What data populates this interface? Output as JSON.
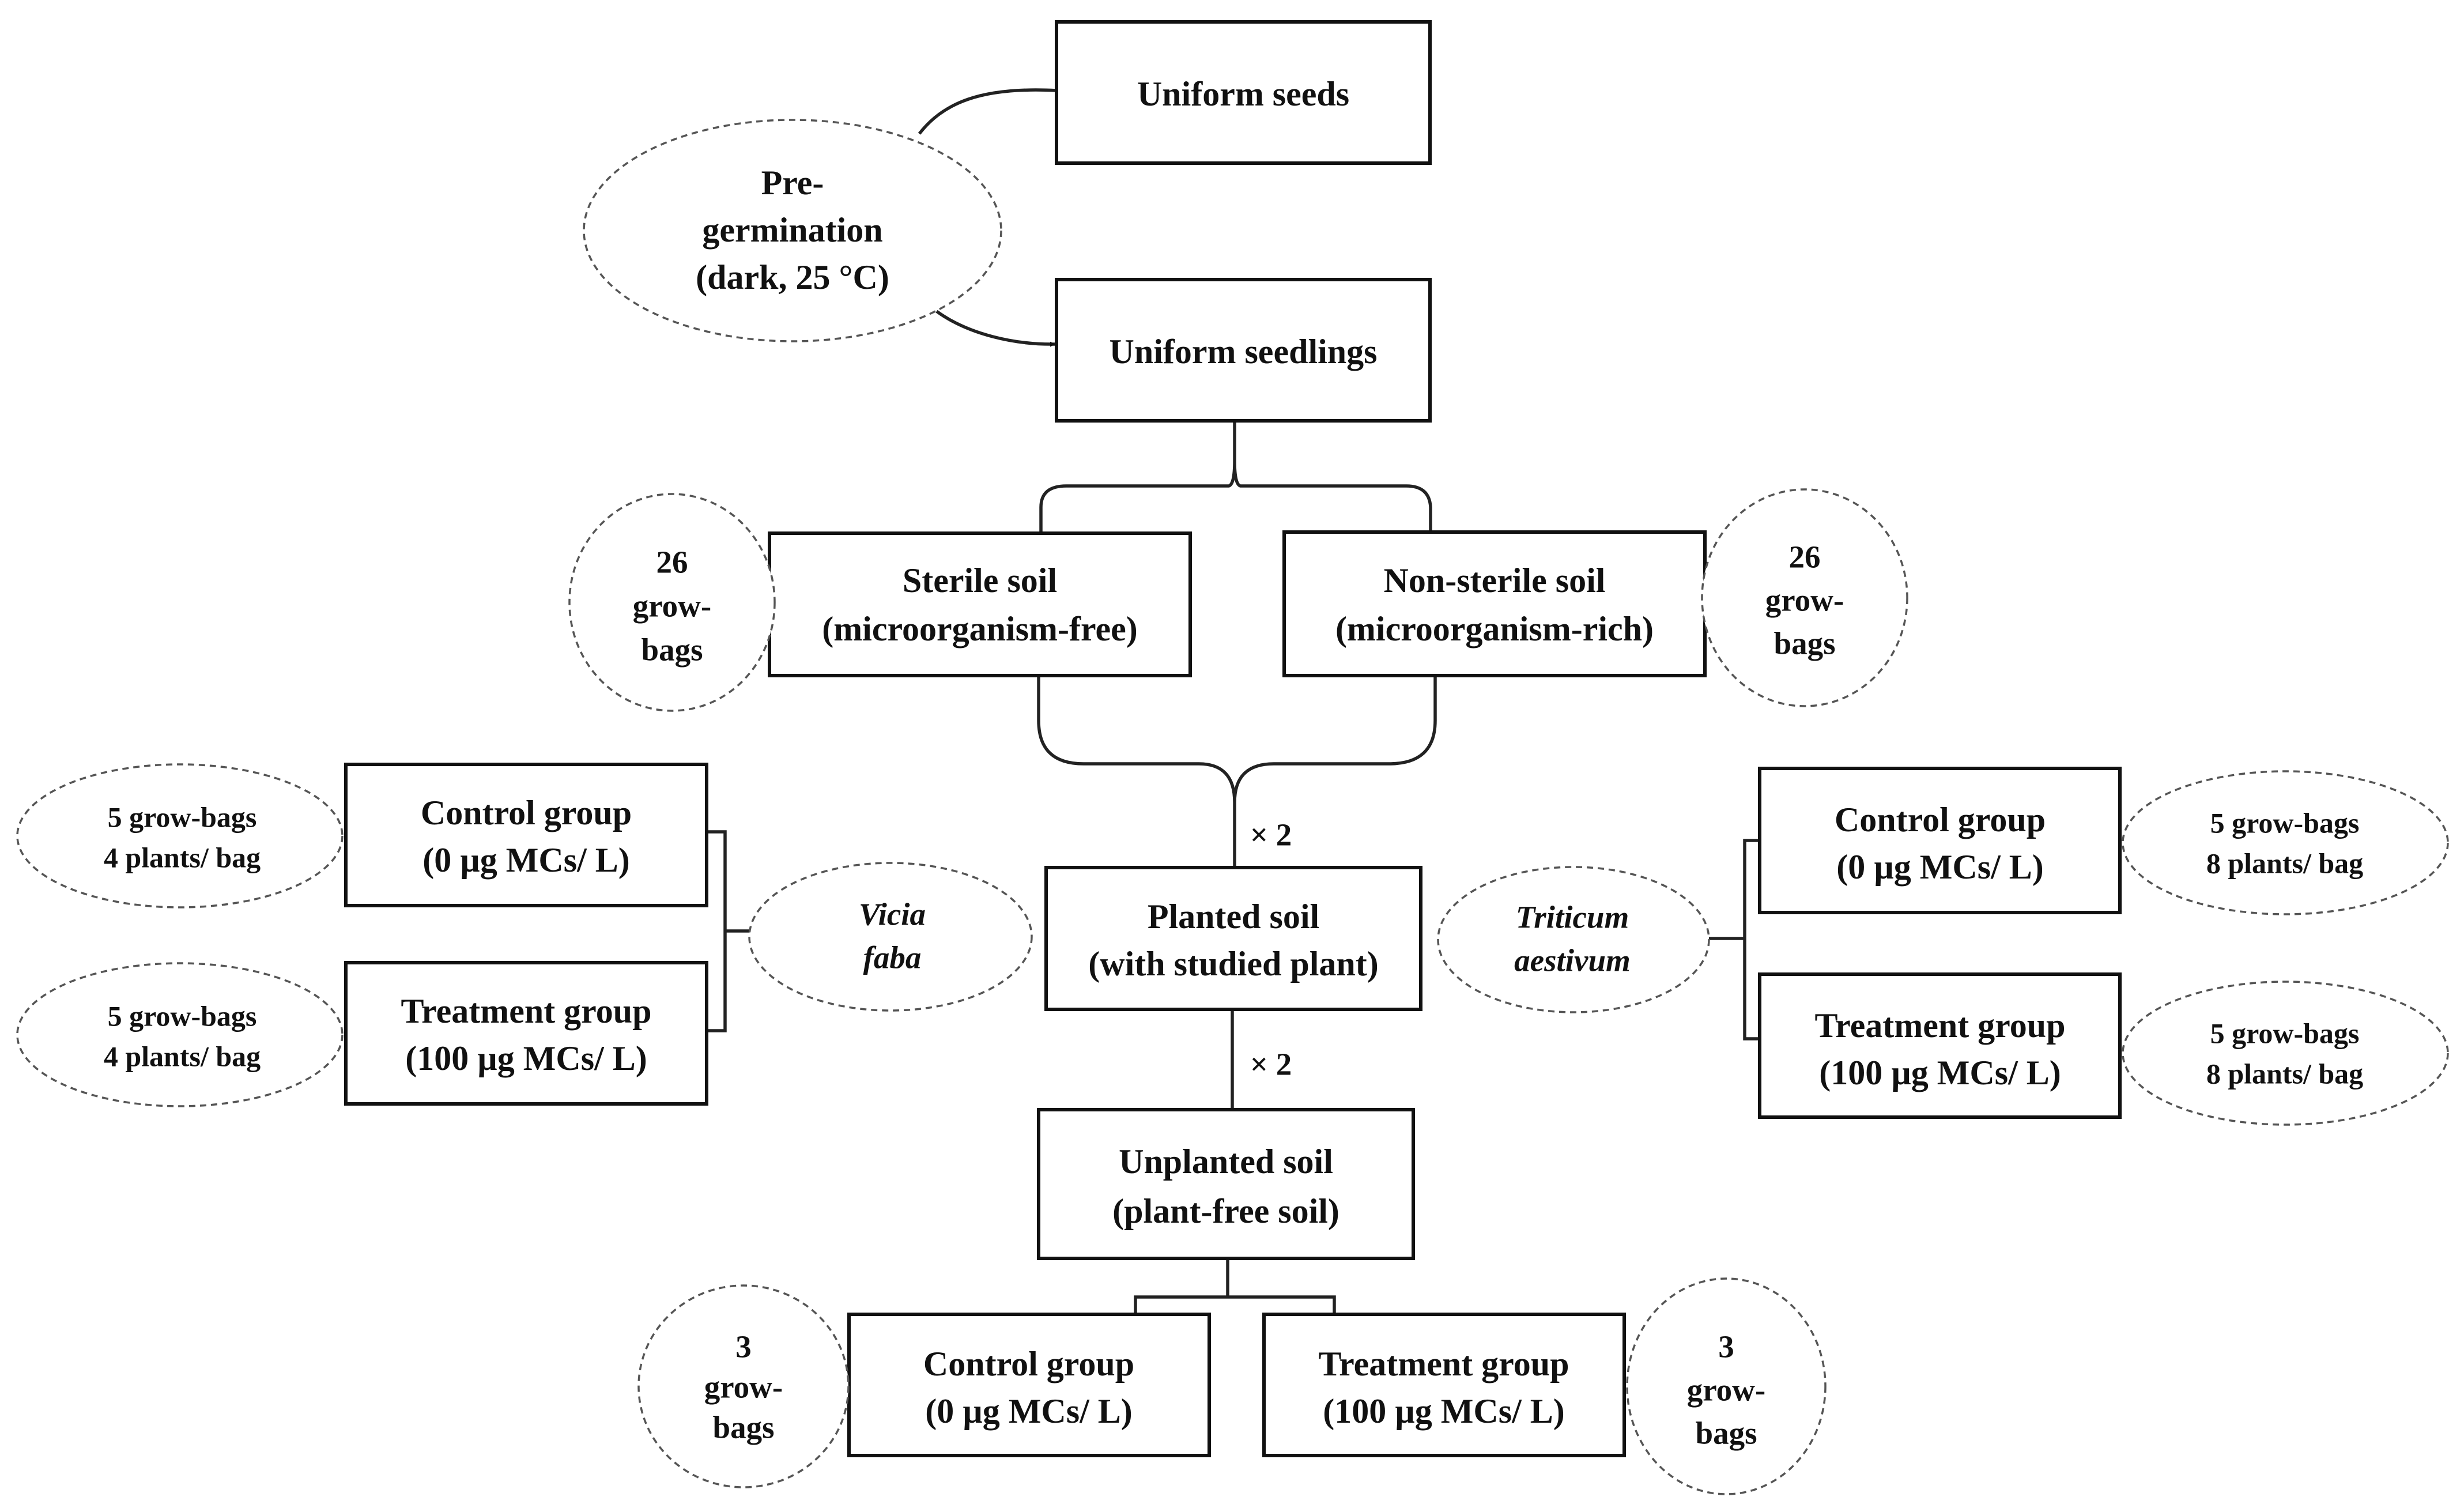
{
  "nodes": {
    "uniform_seeds": "Uniform seeds",
    "pregermination": [
      "Pre-",
      "germination",
      "(dark, 25 °C)"
    ],
    "uniform_seedlings": "Uniform seedlings",
    "sterile_soil": [
      "Sterile soil",
      "(microorganism-free)"
    ],
    "nonsterile_soil": [
      "Non-sterile soil",
      "(microorganism-rich)"
    ],
    "sterile_bags": [
      "26",
      "grow-",
      "bags"
    ],
    "nonsterile_bags": [
      "26",
      "grow-",
      "bags"
    ],
    "multiplier_top": "× 2",
    "planted_soil": [
      "Planted soil",
      "(with studied plant)"
    ],
    "multiplier_bottom": "× 2",
    "unplanted_soil": [
      "Unplanted soil",
      "(plant-free soil)"
    ],
    "vicia": [
      "Vicia",
      "faba"
    ],
    "triticum": [
      "Triticum",
      "aestivum"
    ],
    "vf_control": [
      "Control group",
      "(0 µg MCs/ L)"
    ],
    "vf_treatment": [
      "Treatment group",
      "(100 µg MCs/ L)"
    ],
    "vf_control_bags": [
      "5 grow-bags",
      "4 plants/ bag"
    ],
    "vf_treatment_bags": [
      "5 grow-bags",
      "4 plants/ bag"
    ],
    "ta_control": [
      "Control group",
      "(0 µg MCs/ L)"
    ],
    "ta_treatment": [
      "Treatment group",
      "(100 µg MCs/ L)"
    ],
    "ta_control_bags": [
      "5 grow-bags",
      "8 plants/ bag"
    ],
    "ta_treatment_bags": [
      "5 grow-bags",
      "8 plants/ bag"
    ],
    "up_control": [
      "Control group",
      "(0 µg MCs/ L)"
    ],
    "up_treatment": [
      "Treatment group",
      "(100 µg MCs/ L)"
    ],
    "up_control_bags": [
      "3",
      "grow-",
      "bags"
    ],
    "up_treatment_bags": [
      "3",
      "grow-",
      "bags"
    ]
  }
}
